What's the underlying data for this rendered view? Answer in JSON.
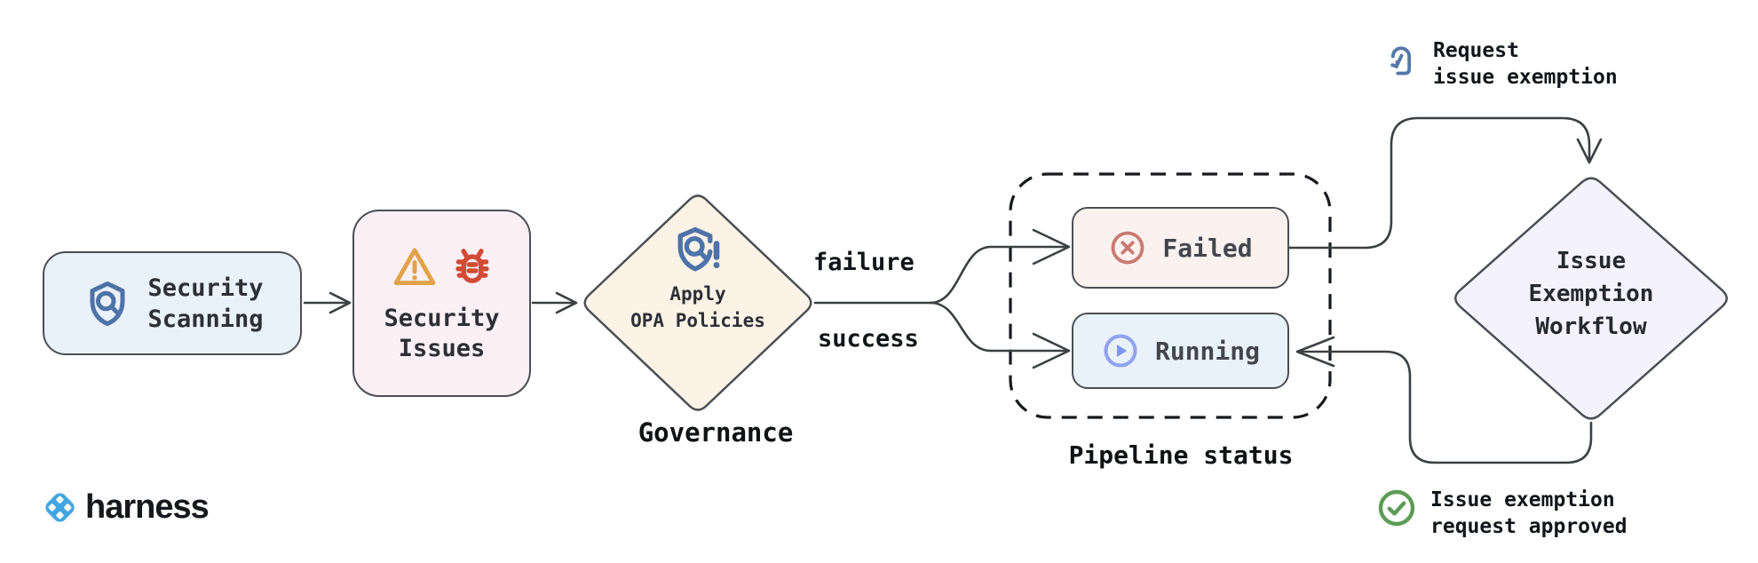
{
  "diagram": {
    "nodes": {
      "security_scanning": {
        "line1": "Security",
        "line2": "Scanning"
      },
      "security_issues": {
        "line1": "Security",
        "line2": "Issues"
      },
      "apply_opa_policies": {
        "line1": "Apply",
        "line2": "OPA Policies"
      },
      "failed": {
        "label": "Failed"
      },
      "running": {
        "label": "Running"
      },
      "issue_exemption_workflow": {
        "line1": "Issue",
        "line2": "Exemption",
        "line3": "Workflow"
      }
    },
    "captions": {
      "governance": "Governance",
      "pipeline_status": "Pipeline status"
    },
    "edge_labels": {
      "failure": "failure",
      "success": "success"
    },
    "annotations": {
      "request_exemption": {
        "line1": "Request",
        "line2": "issue exemption"
      },
      "exemption_approved": {
        "line1": "Issue exemption",
        "line2": "request approved"
      }
    },
    "icons": {
      "security_scanning": "shield-search-icon",
      "security_issues": [
        "warning-triangle-icon",
        "bug-icon"
      ],
      "apply_opa_policies": "shield-policy-alert-icon",
      "failed": "circle-x-icon",
      "running": "circle-play-icon",
      "request_exemption": "tap-request-icon",
      "exemption_approved": "check-circle-icon"
    },
    "colors": {
      "scanning_fill": "#e9f1fa",
      "issues_fill": "#fcf0f5",
      "opa_fill": "#fcf3e6",
      "failed_fill": "#fbf1ef",
      "running_fill": "#e9f1fb",
      "exemption_fill": "#f4f2fd",
      "node_border": "#4b4f54",
      "edge_stroke": "#3c4043",
      "icon_blue": "#4e73a8",
      "warning_orange": "#e2a24b",
      "bug_red": "#d14a36",
      "failed_icon_red": "#c97a73",
      "running_icon_blue": "#8fa2ee",
      "approved_green": "#5d9b57",
      "brand_blue": "#42a5e2"
    }
  },
  "footer": {
    "brand": "harness"
  }
}
